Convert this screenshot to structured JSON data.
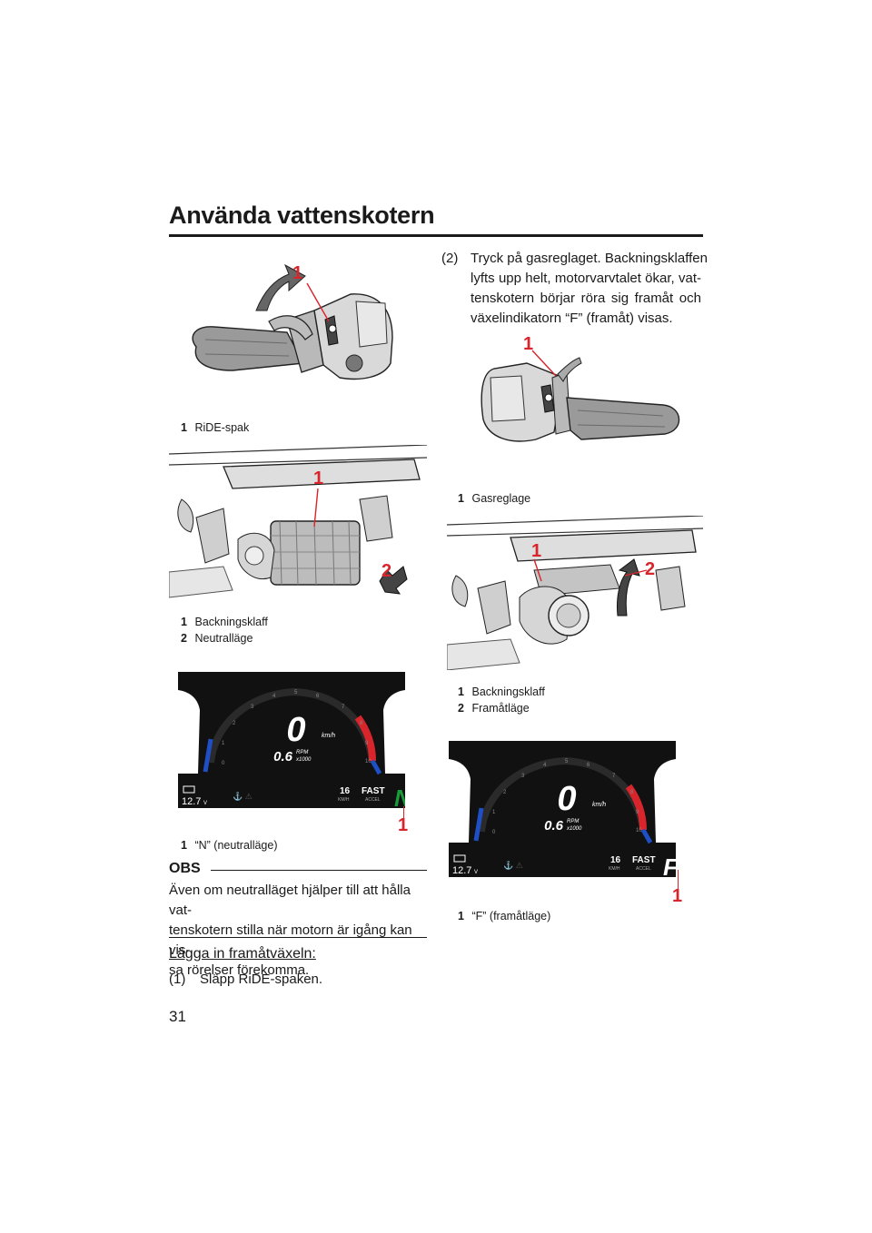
{
  "header": {
    "title": "Använda vattenskotern"
  },
  "page_number": "31",
  "colors": {
    "callout_red": "#d8242b",
    "text": "#1a1a1a",
    "dash_blue": "#1e4fc4",
    "dash_green": "#1a9b3a"
  },
  "figures": {
    "ride_lever": {
      "callout": "1",
      "captions": [
        {
          "num": "1",
          "text": "RiDE-spak"
        }
      ]
    },
    "reverse_neutral": {
      "callouts": [
        "1",
        "2"
      ],
      "captions": [
        {
          "num": "1",
          "text": "Backningsklaff"
        },
        {
          "num": "2",
          "text": "Neutralläge"
        }
      ]
    },
    "dash_neutral": {
      "callout": "1",
      "speed": "0",
      "speed_unit": "km/h",
      "rpm": "0.6",
      "rpm_unit": "RPM",
      "rpm_mult": "x1000",
      "ticks": [
        "0",
        "1",
        "2",
        "3",
        "4",
        "5",
        "6",
        "7",
        "8",
        "9",
        "10"
      ],
      "voltage": "12.7",
      "voltage_unit": "V",
      "speed_limit": "16",
      "speed_limit_unit": "KM/H",
      "accel": "FAST",
      "accel_label": "ACCEL",
      "gear": "N",
      "captions": [
        {
          "num": "1",
          "text": "“N” (neutralläge)"
        }
      ]
    },
    "throttle": {
      "callout": "1",
      "captions": [
        {
          "num": "1",
          "text": "Gasreglage"
        }
      ]
    },
    "reverse_forward": {
      "callouts": [
        "1",
        "2"
      ],
      "captions": [
        {
          "num": "1",
          "text": "Backningsklaff"
        },
        {
          "num": "2",
          "text": "Framåtläge"
        }
      ]
    },
    "dash_forward": {
      "callout": "1",
      "speed": "0",
      "speed_unit": "km/h",
      "rpm": "0.6",
      "rpm_unit": "RPM",
      "rpm_mult": "x1000",
      "ticks": [
        "0",
        "1",
        "2",
        "3",
        "4",
        "5",
        "6",
        "7",
        "8",
        "9",
        "10"
      ],
      "voltage": "12.7",
      "voltage_unit": "V",
      "speed_limit": "16",
      "speed_limit_unit": "KM/H",
      "accel": "FAST",
      "accel_label": "ACCEL",
      "gear": "F",
      "captions": [
        {
          "num": "1",
          "text": "“F” (framåtläge)"
        }
      ]
    }
  },
  "note": {
    "title": "OBS",
    "lines": [
      "Även om neutralläget hjälper till att hålla vat-",
      "tenskotern stilla när motorn är igång kan vis-",
      "sa rörelser förekomma."
    ]
  },
  "section": {
    "heading": "Lägga in framåtväxeln:",
    "step1": {
      "num": "(1)",
      "text": "Släpp RiDE-spaken."
    },
    "step2": {
      "num": "(2)",
      "lines": [
        "Tryck på gasreglaget. Backningsklaffen",
        "lyfts upp helt, motorvarvtalet ökar, vat-",
        "tenskotern börjar röra sig framåt och",
        "växelindikatorn “F” (framåt) visas."
      ]
    }
  }
}
